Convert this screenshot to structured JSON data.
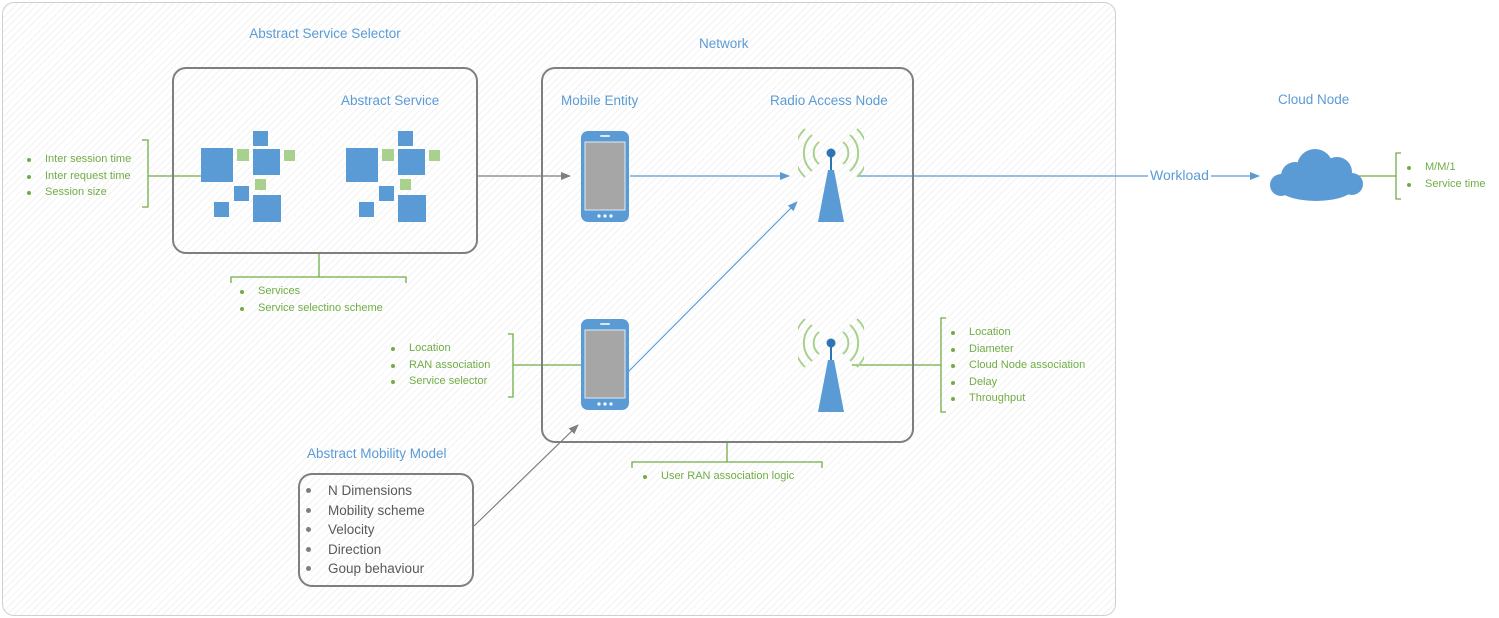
{
  "labels": {
    "service_selector": "Abstract Service Selector",
    "abstract_service": "Abstract Service",
    "network": "Network",
    "mobile_entity": "Mobile Entity",
    "radio_access_node": "Radio Access Node",
    "cloud_node": "Cloud Node",
    "mobility_model": "Abstract Mobility Model",
    "workload": "Workload"
  },
  "lists": {
    "session": [
      "Inter session time",
      "Inter request time",
      "Session size"
    ],
    "selector": [
      "Services",
      "Service selectino scheme"
    ],
    "entity": [
      "Location",
      "RAN association",
      "Service selector"
    ],
    "ran": [
      "Location",
      "Diameter",
      "Cloud Node association",
      "Delay",
      "Throughput"
    ],
    "association": [
      "User RAN association logic"
    ],
    "cloud": [
      "M/M/1",
      "Service time"
    ],
    "mobility": [
      "N Dimensions",
      "Mobility scheme",
      "Velocity",
      "Direction",
      "Goup behaviour"
    ]
  },
  "colors": {
    "accent_blue": "#5b9bd5",
    "accent_green": "#70ad47",
    "light_green": "#a9d18e",
    "border_gray": "#7f7f7f"
  },
  "icons": [
    "service-blocks-icon",
    "mobile-phone-icon",
    "radio-tower-icon",
    "cloud-icon"
  ]
}
